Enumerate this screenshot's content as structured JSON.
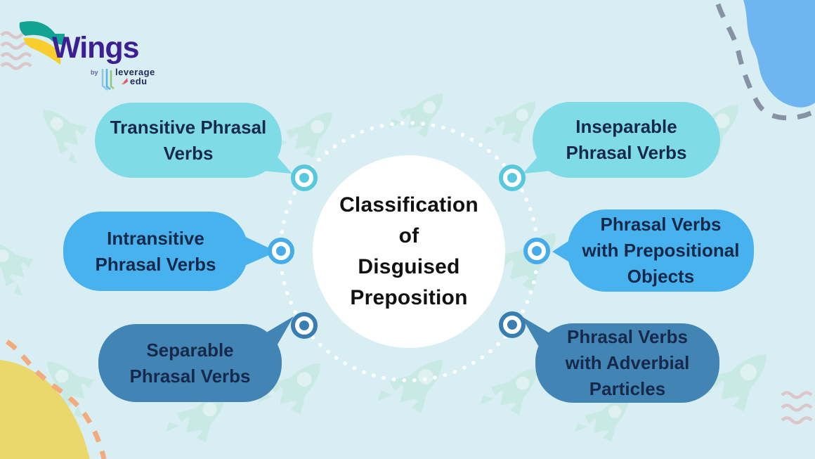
{
  "logo": {
    "brand": "Wings",
    "byline": "by",
    "partner_line1": "leverage",
    "partner_line2": "edu"
  },
  "center": {
    "title": "Classification\nof\nDisguised\nPreposition"
  },
  "bubbles": [
    {
      "id": "transitive",
      "label": "Transitive Phrasal\nVerbs",
      "color": "#7FDCE7",
      "connector": "bullseye-cyan"
    },
    {
      "id": "intransitive",
      "label": "Intransitive\nPhrasal Verbs",
      "color": "#47B2EE",
      "connector": "bullseye-blue"
    },
    {
      "id": "separable",
      "label": "Separable\nPhrasal Verbs",
      "color": "#4285B5",
      "connector": "bullseye-steel"
    },
    {
      "id": "inseparable",
      "label": "Inseparable\nPhrasal Verbs",
      "color": "#7FDCE7",
      "connector": "bullseye-cyan"
    },
    {
      "id": "prepositional-objects",
      "label": "Phrasal Verbs\nwith Prepositional\nObjects",
      "color": "#47B2EE",
      "connector": "bullseye-blue"
    },
    {
      "id": "adverbial-particles",
      "label": "Phrasal Verbs\nwith Adverbial\nParticles",
      "color": "#4285B5",
      "connector": "bullseye-steel"
    }
  ],
  "icons": {
    "rocket_watermark": "rocket",
    "connector": "bullseye-ring"
  },
  "palette": {
    "background": "#D9EEF2",
    "rocket_watermark": "#C9E9E4",
    "bubble_cyan": "#7FDCE7",
    "bubble_blue": "#47B2EE",
    "bubble_steel_blue": "#4285B5",
    "bubble_text": "#16294A",
    "center_circle": "#FFFFFF",
    "center_text": "#111111",
    "connector_cyan": "#58C9DC",
    "connector_blue": "#45ACE9",
    "connector_steel_blue": "#3A7EB1",
    "corner_blob_blue": "#6FB5EF",
    "corner_blob_yellow": "#EAD86C",
    "dash_gray": "#8793A5",
    "dash_orange": "#F2AB7C",
    "squiggle_pink": "#DBC7C9",
    "brand_purple": "#3E1E93",
    "wing_teal": "#12A392",
    "wing_yellow": "#F7CE2D"
  }
}
